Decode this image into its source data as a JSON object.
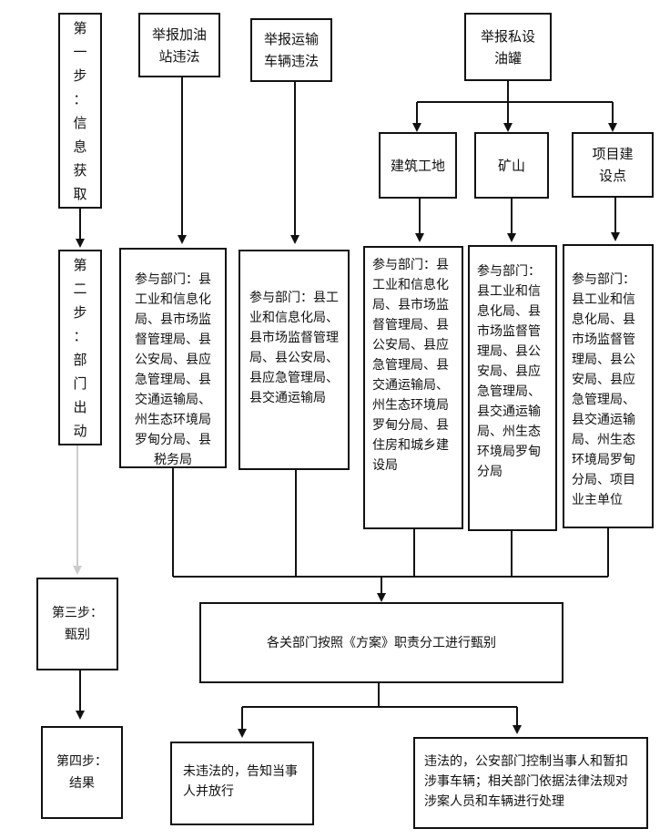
{
  "steps": {
    "step1": "第\n一\n步\n：\n信\n息\n获\n取",
    "step2": "第\n二\n步\n：\n部\n门\n出\n动",
    "step3": "第三步：\n甄别",
    "step4": "第四步：\n结果"
  },
  "reports": {
    "gas_station": "举报加油\n站违法",
    "transport": "举报运输\n车辆违法",
    "private_tank": "举报私设\n油罐"
  },
  "sites": {
    "construction": "建筑工地",
    "mine": "矿山",
    "project": "项目建\n设点"
  },
  "departments": {
    "gas_station": "参与部门：县工业和信息化局、县市场监督管理局、县公安局、县应急管理局、县交通运输局、州生态环境局罗甸分局、县税务局",
    "transport": "参与部门：县工业和信息化局、县市场监督管理局、县公安局、县应急管理局、县交通运输局",
    "construction": "参与部门：县工业和信息化局、县市场监督管理局、县公安局、县应急管理局、县交通运输局、州生态环境局罗甸分局、县住房和城乡建设局",
    "mine": "参与部门：县工业和信息化局、县市场监督管理局、县公安局、县应急管理局、县交通运输局、州生态环境局罗甸分局",
    "project": "参与部门：县工业和信息化局、县市场监督管理局、县公安局、县应急管理局、县交通运输局、州生态环境局罗甸分局、项目业主单位"
  },
  "screening": "各关部门按照《方案》职责分工进行甄别",
  "results": {
    "no_violation": "未违法的，告知当事人并放行",
    "violation": "违法的，公安部门控制当事人和暂扣涉事车辆；相关部门依据法律法规对涉案人员和车辆进行处理"
  }
}
